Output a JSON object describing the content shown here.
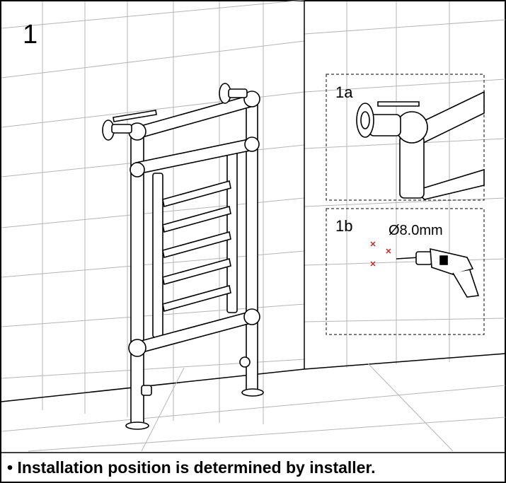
{
  "step": {
    "number": "1",
    "detail_a_label": "1a",
    "detail_b_label": "1b",
    "drill_size": "Ø8.0mm"
  },
  "caption": {
    "text": "• Installation position is determined by installer."
  },
  "icons": [
    "towel-radiator-icon",
    "wall-bracket-icon",
    "drill-icon",
    "drill-mark-icon"
  ]
}
